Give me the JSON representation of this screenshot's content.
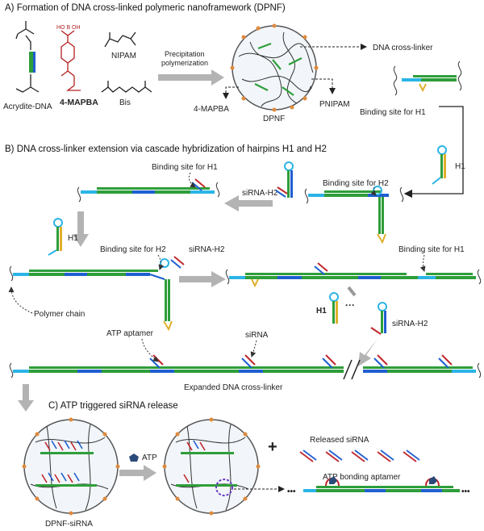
{
  "section_a": {
    "title": "A) Formation of DNA cross-linked polymeric nanoframework (DPNF)",
    "acrydite_dna": "Acrydite-DNA",
    "mapba": "4-MAPBA",
    "nipam": "NIPAM",
    "bis": "Bis",
    "process_line1": "Precipitation",
    "process_line2": "polymerization",
    "dpnf": "DPNF",
    "mapba_pointer": "4-MAPBA",
    "pnipam": "PNIPAM",
    "dna_crosslinker": "DNA cross-linker",
    "binding_h1": "Binding site for H1",
    "colors": {
      "green": "#2e9e3a",
      "blue": "#1f5fd0",
      "cyan": "#2bb4e6",
      "red": "#c0282d",
      "orange": "#e08a3c"
    }
  },
  "section_b": {
    "title": "B) DNA cross-linker extension via cascade hybridization of hairpins H1 and H2",
    "h1_label": "H1",
    "binding_h1_top": "Binding site for H1",
    "sirna_h2_top": "siRNA-H2",
    "binding_h2_top": "Binding site for H2",
    "h1_left": "H1",
    "binding_h2_mid": "Binding site for H2",
    "sirna_h2_mid": "siRNA-H2",
    "binding_h1_mid": "Binding site for H1",
    "polymer_chain": "Polymer chain",
    "h1_lower": "H1",
    "sirna_h2_lower": "siRNA-H2",
    "atp_aptamer": "ATP aptamer",
    "sirna": "siRNA",
    "expanded": "Expanded DNA cross-linker"
  },
  "section_c": {
    "title": "C) ATP triggered siRNA release",
    "atp": "ATP",
    "plus": "+",
    "released": "Released siRNA",
    "atp_bonding": "ATP bonding aptamer",
    "dpnf_sirna": "DPNF-siRNA"
  }
}
